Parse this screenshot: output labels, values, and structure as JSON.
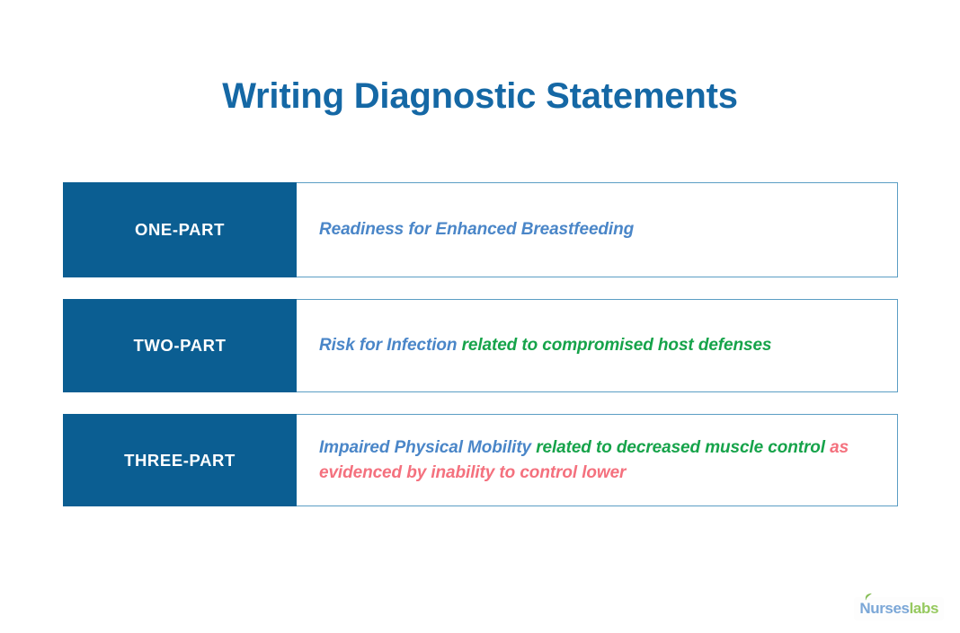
{
  "page": {
    "title": "Writing Diagnostic Statements",
    "background": "#ffffff"
  },
  "colors": {
    "title_blue": "#1568a5",
    "label_block_blue": "#0b5e92",
    "cell_border_blue": "#5b9ec4",
    "problem_blue": "#4a86c8",
    "etiology_green": "#16a34a",
    "evidence_salmon": "#f4717e",
    "brand_nurses_blue": "#7ba7d7",
    "brand_labs_green": "#96c95f"
  },
  "rows": [
    {
      "label": "ONE-PART",
      "segments": [
        {
          "text": "Readiness for Enhanced Breastfeeding",
          "role": "problem"
        }
      ]
    },
    {
      "label": "TWO-PART",
      "segments": [
        {
          "text": "Risk for Infection",
          "role": "problem"
        },
        {
          "text": " related to compromised host defenses",
          "role": "etiology"
        }
      ]
    },
    {
      "label": "THREE-PART",
      "segments": [
        {
          "text": "Impaired Physical Mobility",
          "role": "problem"
        },
        {
          "text": " related to decreased muscle control",
          "role": "etiology"
        },
        {
          "text": " as evidenced by inability to control lower",
          "role": "evidence"
        }
      ]
    }
  ],
  "brand": {
    "part_one": "Nurses",
    "part_two": "labs",
    "full": "Nurseslabs"
  }
}
